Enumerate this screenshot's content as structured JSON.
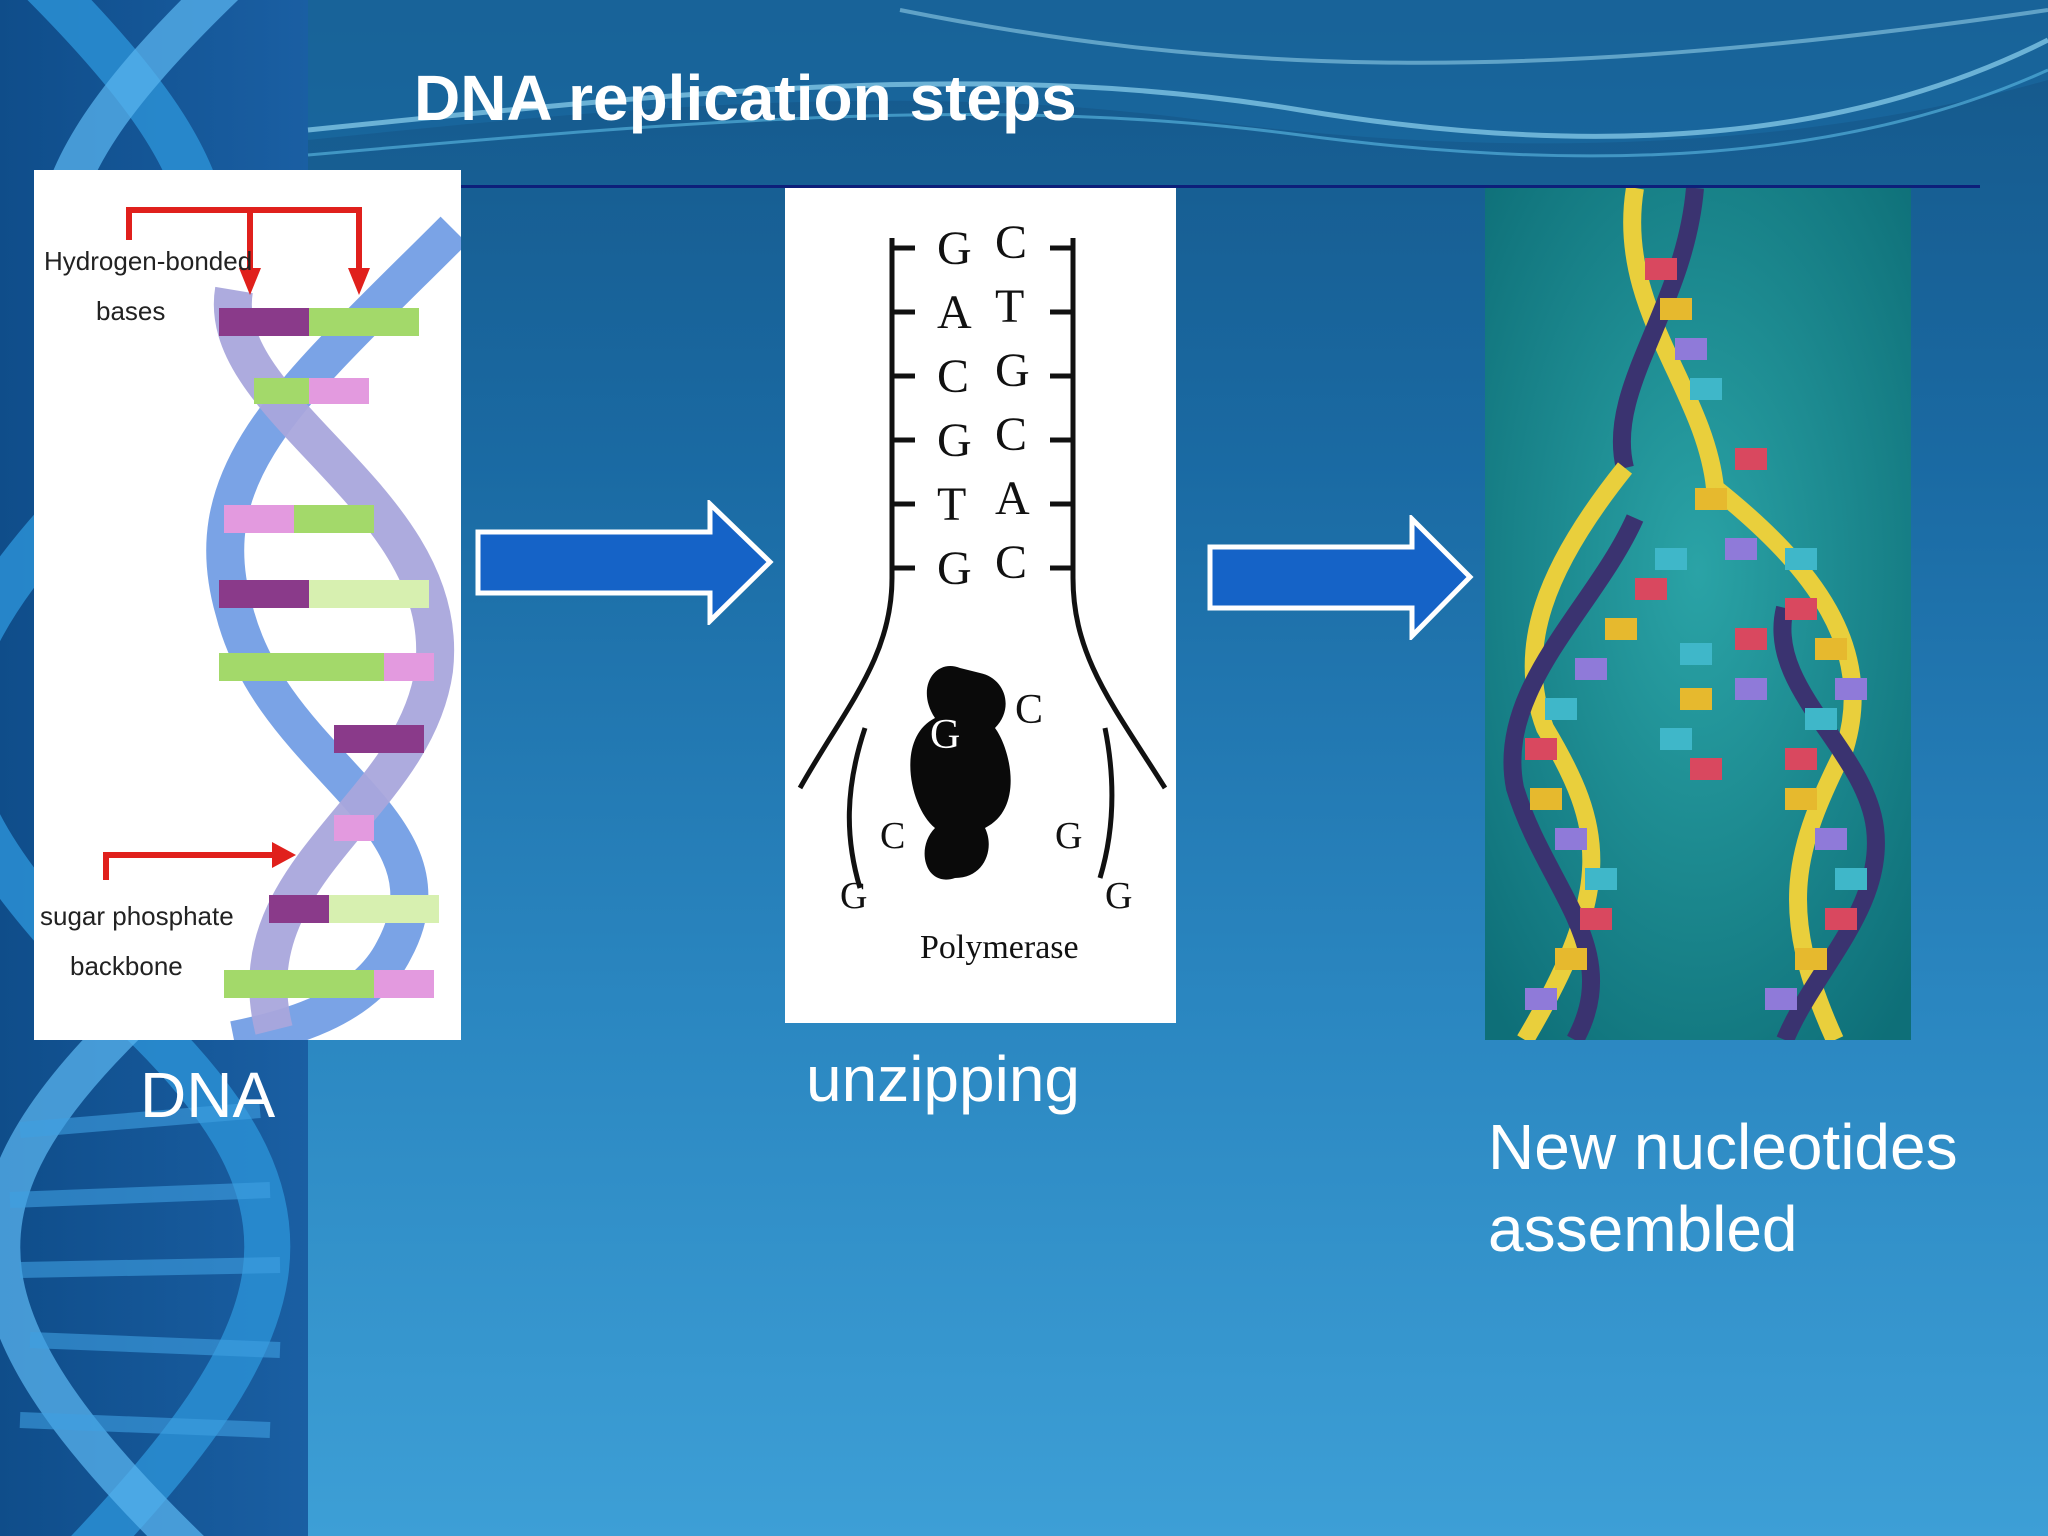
{
  "slide": {
    "title": "DNA replication steps"
  },
  "panel_dna": {
    "label_bases_line1": "Hydrogen-bonded",
    "label_bases_line2": "bases",
    "label_backbone_line1": "sugar phosphate",
    "label_backbone_line2": "backbone",
    "caption": "DNA"
  },
  "panel_unzip": {
    "left_strand": [
      "G",
      "A",
      "C",
      "G",
      "T",
      "G"
    ],
    "right_strand": [
      "C",
      "T",
      "G",
      "C",
      "A",
      "C"
    ],
    "enzyme_label": "Polymerase",
    "caption": "unzipping"
  },
  "panel_new": {
    "caption_line1": "New nucleotides",
    "caption_line2": "assembled"
  },
  "colors": {
    "arrow_fill": "#1563c7",
    "label_arrow": "#e0201c",
    "title_rule": "#0d1f7a"
  }
}
